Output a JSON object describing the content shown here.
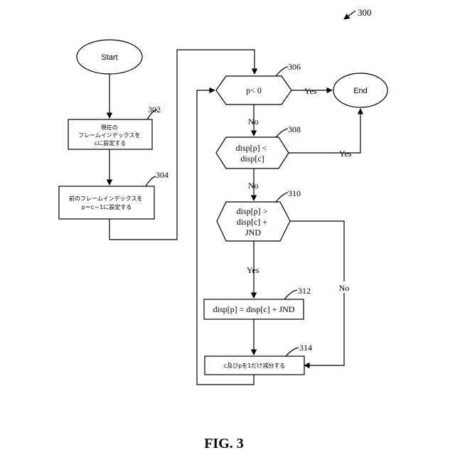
{
  "figure": {
    "ref": "300",
    "caption": "FIG. 3"
  },
  "nodes": {
    "start": {
      "label": "Start"
    },
    "end": {
      "label": "End"
    },
    "step_302": {
      "ref": "302",
      "lines": [
        "現在の",
        "フレームインデックスを",
        "cに設定する"
      ]
    },
    "step_304": {
      "ref": "304",
      "lines": [
        "前のフレームインデックスを",
        "p＝c－1に設定する"
      ]
    },
    "decision_306": {
      "ref": "306",
      "lines": [
        "p< 0"
      ]
    },
    "decision_308": {
      "ref": "308",
      "lines": [
        "disp[p] <",
        "disp[c]"
      ]
    },
    "decision_310": {
      "ref": "310",
      "lines": [
        "disp[p] >",
        "disp[c] +",
        "JND"
      ]
    },
    "step_312": {
      "ref": "312",
      "lines": [
        "disp[p] = disp[c] + JND"
      ]
    },
    "step_314": {
      "ref": "314",
      "lines": [
        "c及びpを1だけ減分する"
      ]
    }
  },
  "edge_labels": {
    "e306_yes": "Yes",
    "e306_no": "No",
    "e308_yes": "Yes",
    "e308_no": "No",
    "e310_yes": "Yes",
    "e310_no": "No"
  }
}
